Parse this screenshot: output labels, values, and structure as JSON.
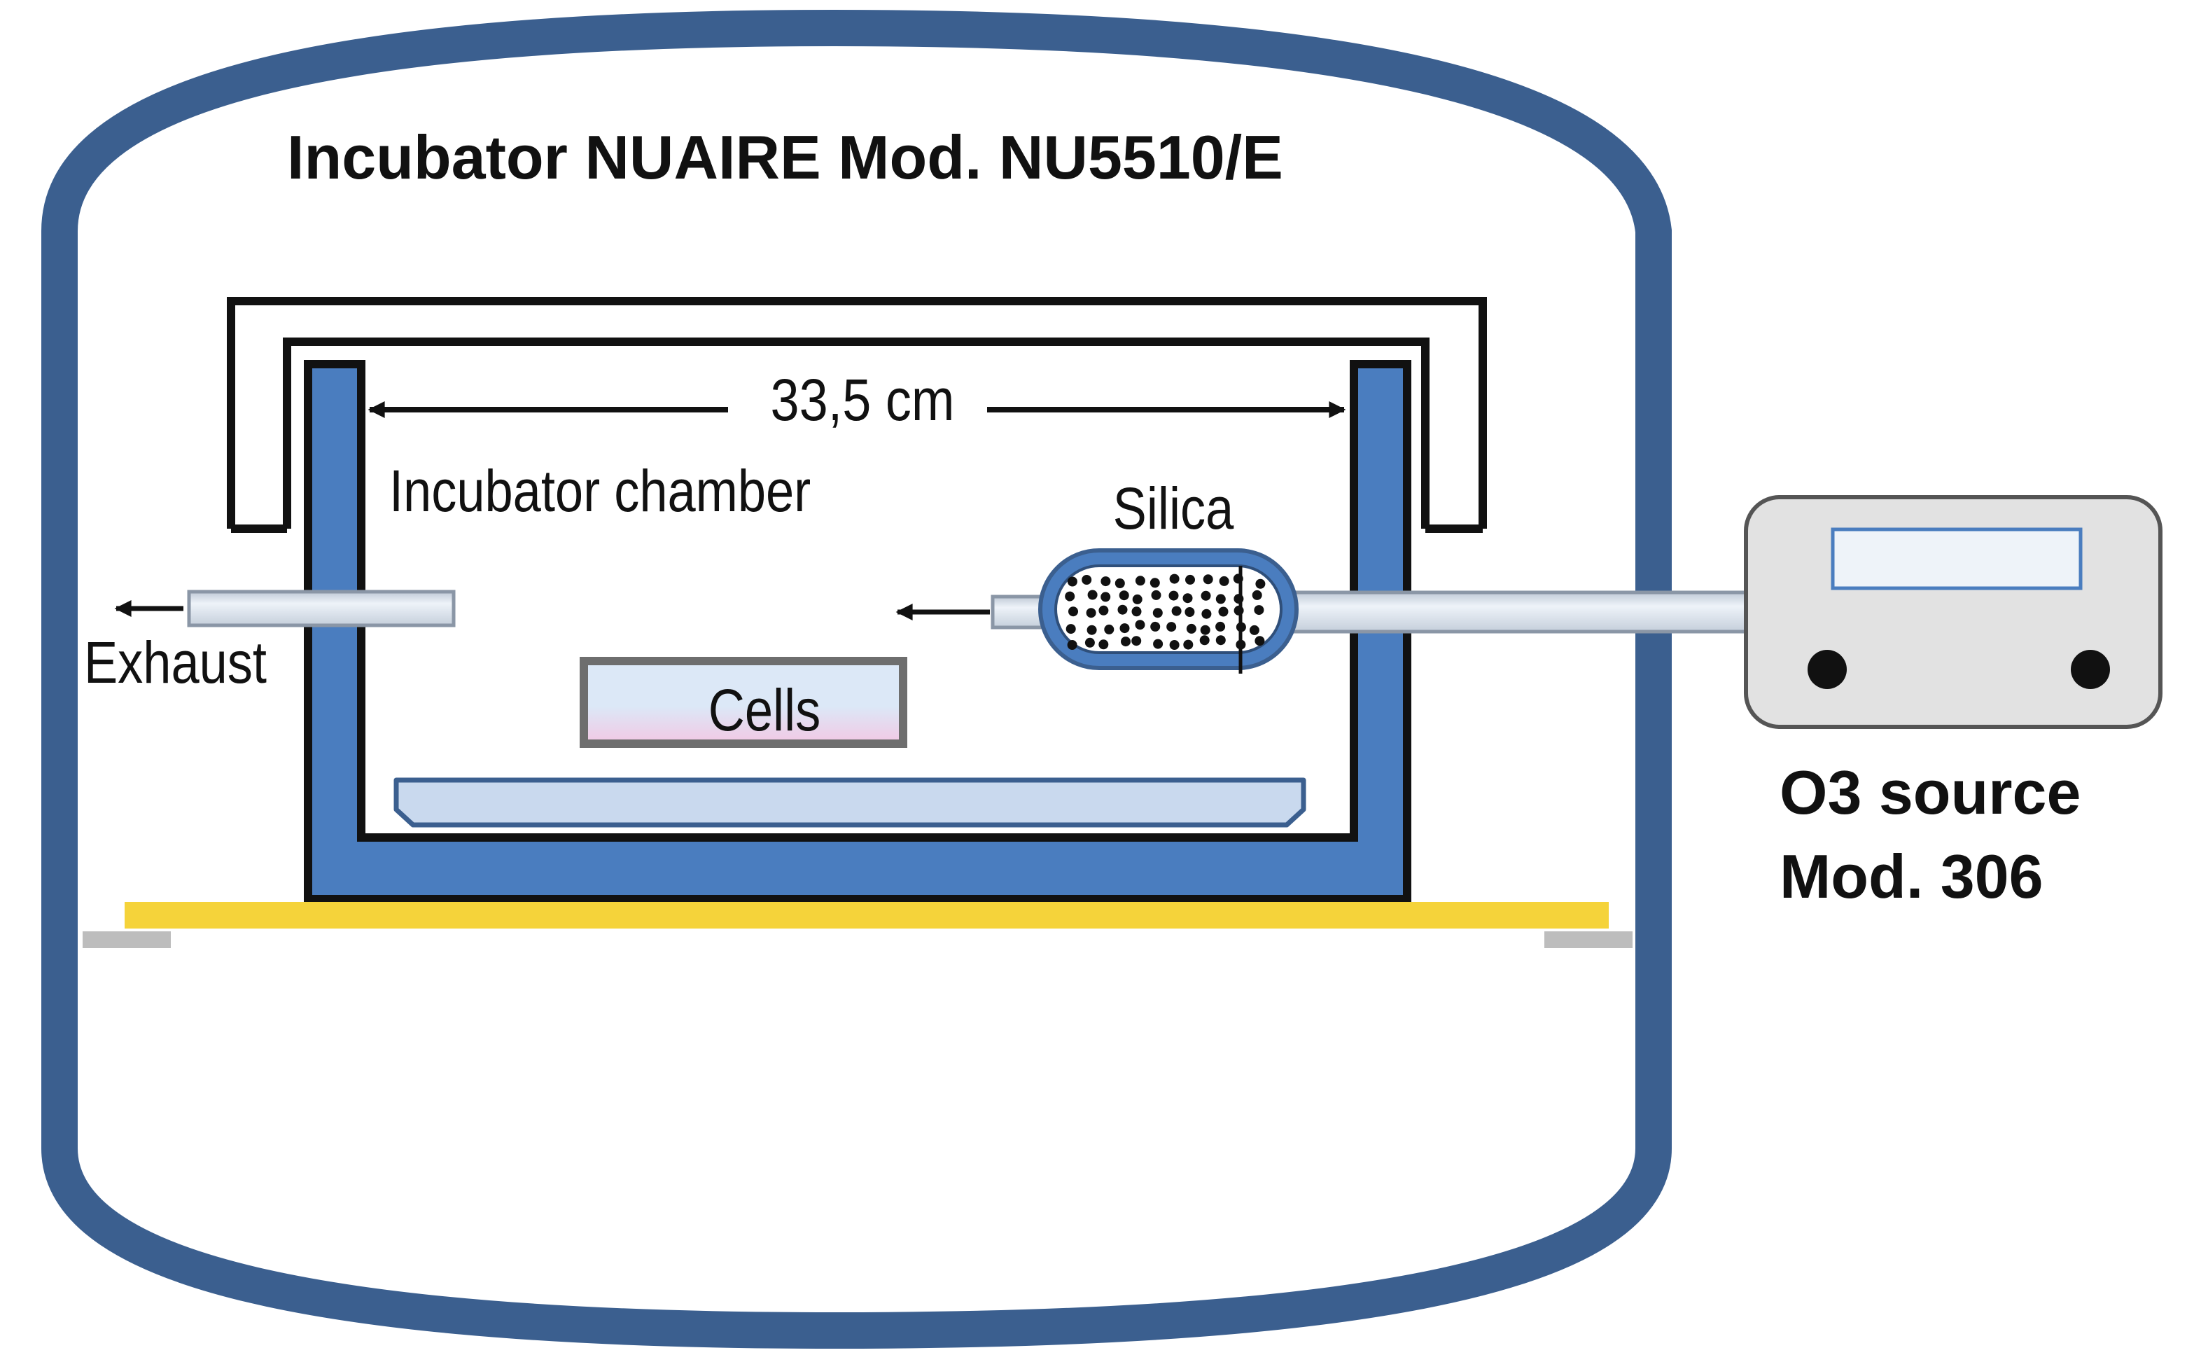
{
  "title": "Incubator NUAIRE  Mod. NU5510/E",
  "labels": {
    "width_dimension": "33,5 cm",
    "chamber": "Incubator chamber",
    "silica": "Silica",
    "exhaust": "Exhaust",
    "cells": "Cells",
    "source_line1": "O3  source",
    "source_line2": "Mod. 306"
  },
  "colors": {
    "outer_shell": "#3B5F8F",
    "chamber_wall": "#4A7DBF",
    "outline": "#111111",
    "shelf_base": "#F5D33A",
    "shelf_feet": "#BDBDBD",
    "tray": "#C9D9EE",
    "cells_top": "#DCE8F7",
    "cells_bottom": "#F2C8E4",
    "pipe": "#DCE6F2",
    "device_body": "#E2E2E2"
  },
  "icons": {
    "silica_cartridge": "dotted-cartridge",
    "source_device": "display-and-knobs-box"
  }
}
